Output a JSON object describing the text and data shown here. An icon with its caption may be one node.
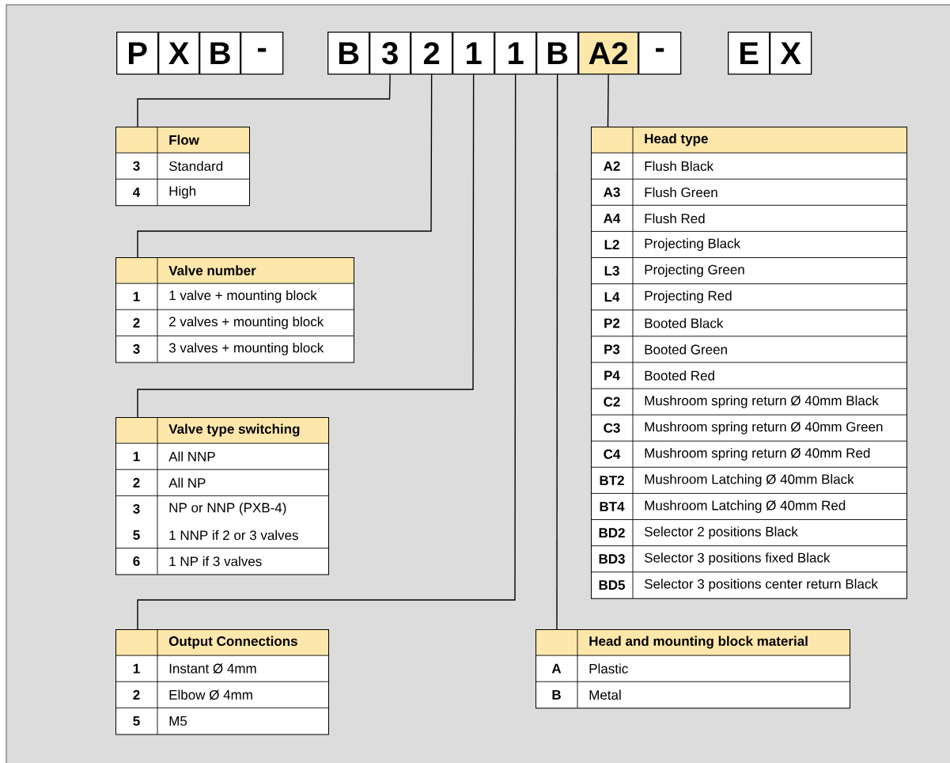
{
  "diagram": {
    "nodes": [
      {
        "text": [
          "P"
        ]
      },
      {
        "text": [
          "X"
        ]
      },
      {
        "text": [
          "B"
        ]
      },
      {
        "text": [
          "-"
        ]
      },
      {
        "text": [
          "B"
        ]
      },
      {
        "text": [
          "3"
        ]
      },
      {
        "text": [
          "2"
        ]
      },
      {
        "text": [
          "1"
        ]
      },
      {
        "text": [
          "1"
        ]
      },
      {
        "text": [
          "B"
        ]
      },
      {
        "text": [
          "A2"
        ]
      },
      {
        "text": [
          "-"
        ]
      },
      {
        "text": [
          "E"
        ]
      },
      {
        "text": [
          "X"
        ]
      },
      {
        "text": [
          "Flow",
          "3",
          "Standard",
          "4",
          "High"
        ]
      },
      {
        "text": [
          "Head type",
          "A2",
          "Flush Black",
          "A3",
          "Flush Green",
          "A4",
          "Flush Red",
          "L2",
          "Projecting Black",
          "L3",
          "Projecting Green",
          "L4",
          "Projecting Red",
          "P2",
          "Booted Black",
          "P3",
          "Booted Green",
          "P4",
          "Booted Red",
          "C2",
          "Mushroom spring return Ø 40mm Black",
          "C3",
          "Mushroom spring return Ø 40mm Green",
          "C4",
          "Mushroom spring return Ø 40mm Red",
          "BT2",
          "Mushroom Latching Ø 40mm Black",
          "BT4",
          "Mushroom Latching Ø 40mm Red",
          "BD2",
          "Selector 2 positions Black",
          "BD3",
          "Selector 3 positions fixed Black",
          "BD5",
          "Selector 3 positions center return Black"
        ]
      },
      {
        "text": [
          "Valve number",
          "1",
          "1 valve + mounting block",
          "2",
          "2 valves + mounting block",
          "3",
          "3 valves + mounting block"
        ]
      },
      {
        "text": [
          "Valve type switching",
          "1",
          "All NNP",
          "2",
          "All NP",
          "3",
          "NP or NNP (PXB-4)",
          "5",
          "1 NNP if 2 or 3 valves",
          "6",
          "1 NP if 3 valves"
        ]
      },
      {
        "text": [
          "Output Connections",
          "1",
          "Instant Ø 4mm",
          "2",
          "Elbow Ø 4mm",
          "5",
          "M5"
        ]
      },
      {
        "text": [
          "Head and mounting block material",
          "A",
          "Plastic",
          "B",
          "Metal"
        ]
      }
    ],
    "edges": [
      {
        "from": 5,
        "to": 14,
        "arrow": "none"
      },
      {
        "from": 6,
        "to": 16,
        "arrow": "none"
      },
      {
        "from": 7,
        "to": 17,
        "arrow": "none"
      },
      {
        "from": 8,
        "to": 18,
        "arrow": "none"
      },
      {
        "from": 9,
        "to": 19,
        "arrow": "none"
      },
      {
        "from": 10,
        "to": 15,
        "arrow": "none"
      }
    ]
  }
}
